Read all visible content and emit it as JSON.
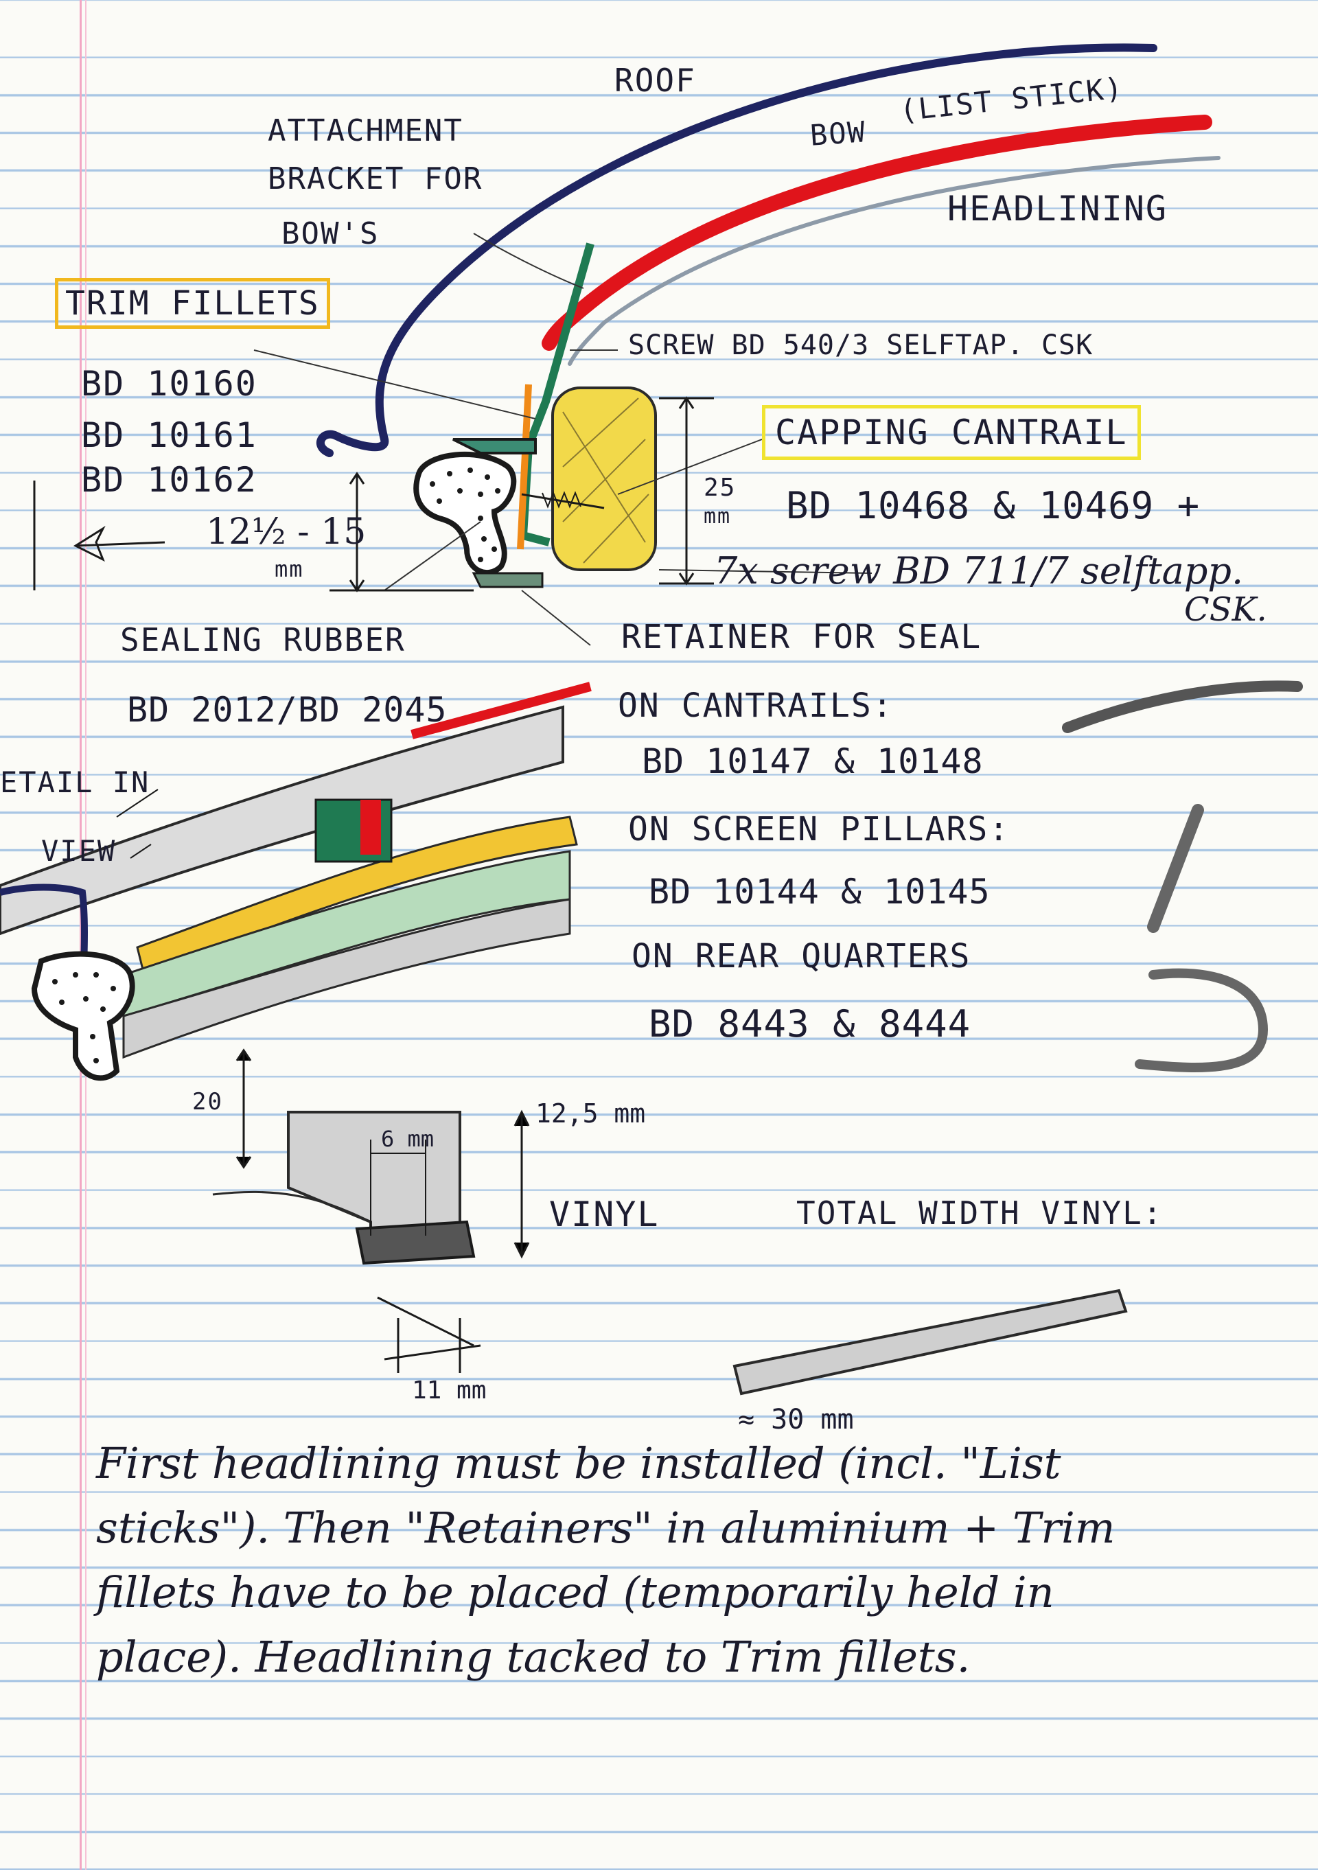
{
  "labels": {
    "roof": "ROOF",
    "bow": "BOW",
    "list_stick": "(LIST STICK)",
    "headlining": "HEADLINING",
    "attachment_bracket": [
      "ATTACHMENT",
      "BRACKET FOR",
      "BOW'S"
    ],
    "trim_fillets_title": "TRIM FILLETS",
    "trim_fillets_parts": [
      "BD 10160",
      "BD 10161",
      "BD 10162"
    ],
    "screw_top": "SCREW BD 540/3 SELFTAP. CSK",
    "capping_cantrail_title": "CAPPING CANTRAIL",
    "capping_cantrail_parts": "BD 10468 & 10469 +",
    "screw_bottom": "7x screw BD 711/7 selftapp.",
    "screw_bottom_csk": "CSK.",
    "dim_25": "25",
    "dim_25_unit": "mm",
    "dim_12_15": "12½ - 15",
    "dim_12_15_unit": "mm",
    "sealing_rubber": "SEALING RUBBER",
    "sealing_rubber_parts": "BD 2012/BD 2045",
    "retainer": "RETAINER FOR SEAL",
    "on_cantrails": "ON CANTRAILS:",
    "on_cantrails_parts": "BD 10147 & 10148",
    "on_screen_pillars": "ON SCREEN PILLARS:",
    "on_screen_pillars_parts": "BD 10144 & 10145",
    "on_rear_quarters": "ON REAR QUARTERS",
    "on_rear_quarters_parts": "BD 8443 & 8444",
    "detail_in": "ETAIL IN",
    "view": "VIEW",
    "dim_20": "20",
    "dim_6": "6 mm",
    "dim_12_5": "12,5 mm",
    "vinyl": "VINYL",
    "dim_11": "11 mm",
    "total_width_vinyl": "TOTAL WIDTH VINYL:",
    "dim_30": "≈ 30 mm"
  },
  "note_lines": [
    "First headlining must be installed (incl. \"List",
    "sticks\"). Then \"Retainers\" in aluminium + Trim",
    "fillets have to be placed (temporarily held in",
    "place). Headlining tacked to Trim fillets."
  ],
  "colors": {
    "roof": "#1f2461",
    "bow": "#e0141b",
    "headlining": "#8d9aa8",
    "cantrail": "#f2d94a",
    "bracket": "#1f7a52",
    "seal": "#1a1a1a",
    "trim_box": "#f1b81e",
    "capping_box": "#f0e330",
    "margin": "#f2a7c4",
    "ruled_lines": "#a9c6e4"
  }
}
